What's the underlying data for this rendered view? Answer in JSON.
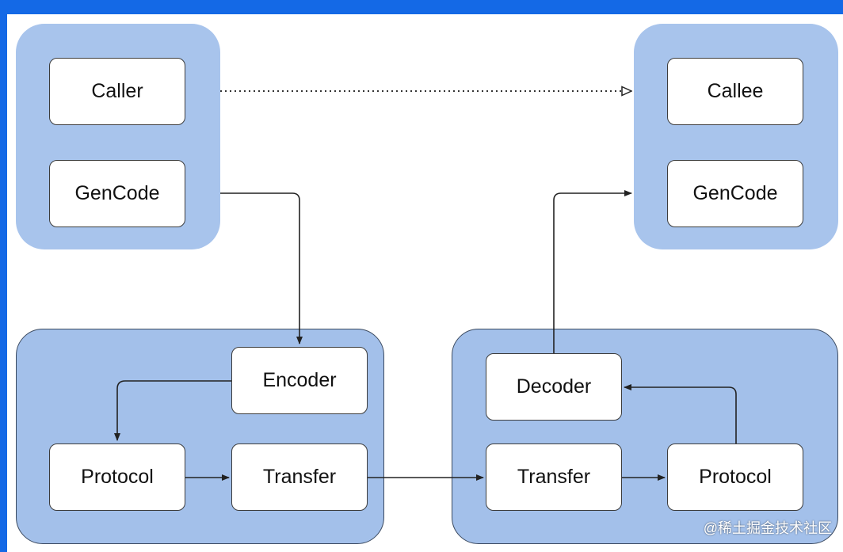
{
  "nodes": {
    "caller": "Caller",
    "gencode_left": "GenCode",
    "callee": "Callee",
    "gencode_right": "GenCode",
    "encoder": "Encoder",
    "protocol_left": "Protocol",
    "transfer_left": "Transfer",
    "decoder": "Decoder",
    "transfer_right": "Transfer",
    "protocol_right": "Protocol"
  },
  "watermark": "@稀土掘金技术社区",
  "colors": {
    "group_fill": "#a8c4ec",
    "frame_blue": "#1469e6",
    "edge": "#222222"
  }
}
